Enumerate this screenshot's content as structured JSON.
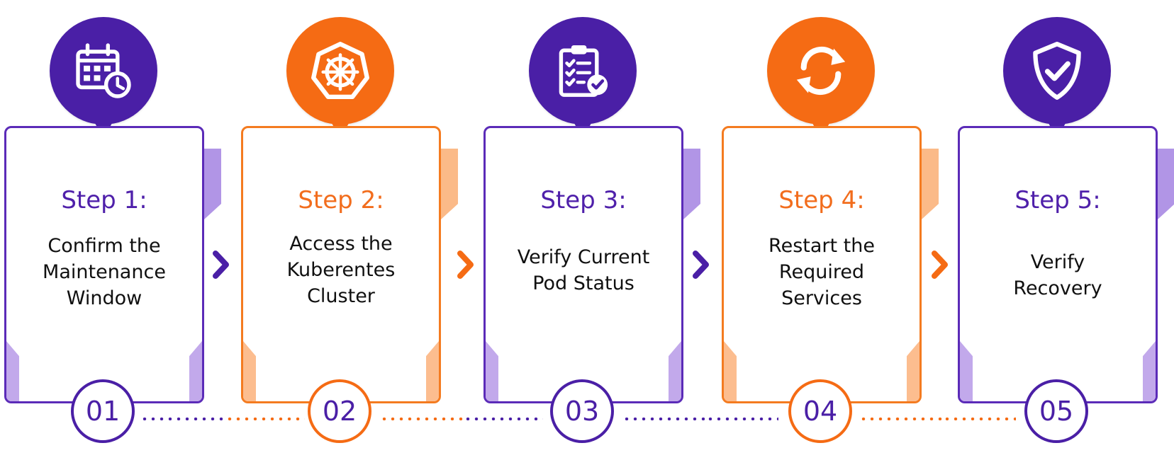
{
  "steps": [
    {
      "label": "Step 1:",
      "lines": [
        "Confirm the",
        "Maintenance",
        "Window"
      ],
      "number": "01",
      "color": "purple",
      "icon": "calendar-clock-icon"
    },
    {
      "label": "Step 2:",
      "lines": [
        "Access the",
        "Kuberentes",
        "Cluster"
      ],
      "number": "02",
      "color": "orange",
      "icon": "kubernetes-helm-icon"
    },
    {
      "label": "Step 3:",
      "lines": [
        "Verify Current",
        "Pod Status"
      ],
      "number": "03",
      "color": "purple",
      "icon": "clipboard-checklist-icon"
    },
    {
      "label": "Step 4:",
      "lines": [
        "Restart the",
        "Required",
        "Services"
      ],
      "number": "04",
      "color": "orange",
      "icon": "refresh-icon"
    },
    {
      "label": "Step 5:",
      "lines": [
        "Verify",
        "Recovery"
      ],
      "number": "05",
      "color": "purple",
      "icon": "shield-check-icon"
    }
  ],
  "colors": {
    "purple": "#4a1fa6",
    "orange": "#f56b14",
    "text": "#101010",
    "light_purple": "#b79ae8",
    "light_orange": "#fbb27b"
  }
}
